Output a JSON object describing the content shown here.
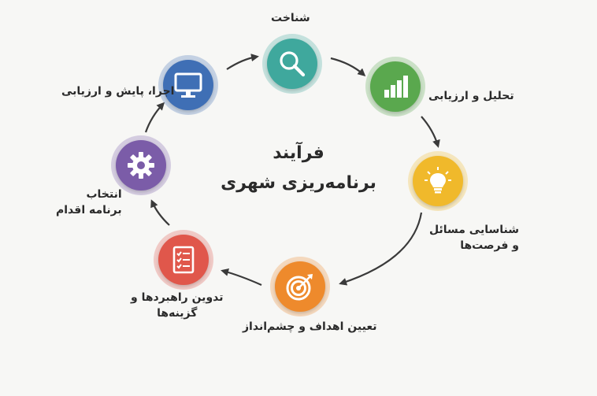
{
  "center": {
    "line1": "فرآیند",
    "line2": "برنامه‌ریزی شهری"
  },
  "steps": [
    {
      "label": "شناخت",
      "icon": "magnifier-icon",
      "color": "#3fa89d"
    },
    {
      "label": "تحلیل و ارزیابی",
      "icon": "bar-chart-icon",
      "color": "#5aa84e"
    },
    {
      "label_line1": "شناسایی مسائل",
      "label_line2": "و فرصت‌ها",
      "icon": "lightbulb-icon",
      "color": "#f0b92b"
    },
    {
      "label": "تعیین اهداف و چشم‌انداز",
      "icon": "target-icon",
      "color": "#ee8a2c"
    },
    {
      "label_line1": "تدوین راهبردها و",
      "label_line2": "گزینه‌ها",
      "icon": "checklist-icon",
      "color": "#e0574b"
    },
    {
      "label_line1": "انتخاب",
      "label_line2": "برنامه اقدام",
      "icon": "gear-icon",
      "color": "#7b5ca8"
    },
    {
      "label": "اجرا، پایش و ارزیابی",
      "icon": "monitor-icon",
      "color": "#3f6fb5"
    }
  ]
}
